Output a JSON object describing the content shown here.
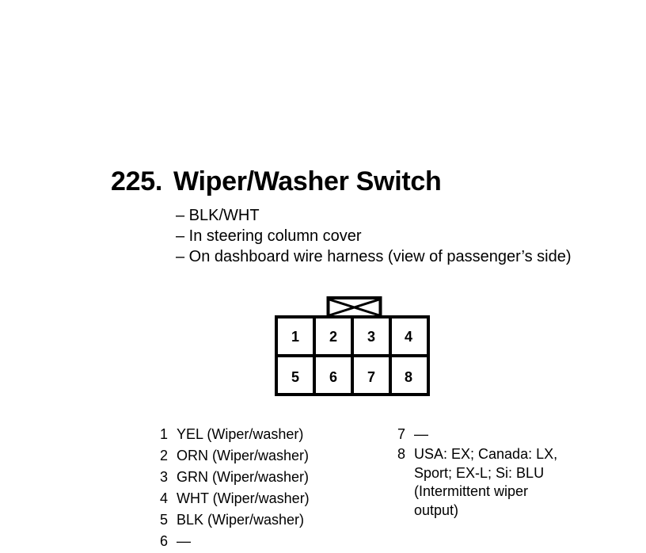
{
  "heading": {
    "number": "225.",
    "title": "Wiper/Washer Switch"
  },
  "info_lines": [
    "– BLK/WHT",
    "– In steering column cover",
    "– On dashboard wire harness (view of passenger’s side)"
  ],
  "connector": {
    "cells": [
      "1",
      "2",
      "3",
      "4",
      "5",
      "6",
      "7",
      "8"
    ]
  },
  "pins_left": [
    {
      "num": "1",
      "desc": "YEL (Wiper/washer)"
    },
    {
      "num": "2",
      "desc": "ORN (Wiper/washer)"
    },
    {
      "num": "3",
      "desc": "GRN (Wiper/washer)"
    },
    {
      "num": "4",
      "desc": "WHT (Wiper/washer)"
    },
    {
      "num": "5",
      "desc": "BLK (Wiper/washer)"
    },
    {
      "num": "6",
      "desc": "—"
    }
  ],
  "pins_right": [
    {
      "num": "7",
      "lines": [
        "—"
      ]
    },
    {
      "num": "8",
      "lines": [
        "USA: EX; Canada: LX,",
        "Sport; EX-L; Si: BLU",
        "(Intermittent wiper",
        "output)"
      ]
    }
  ]
}
